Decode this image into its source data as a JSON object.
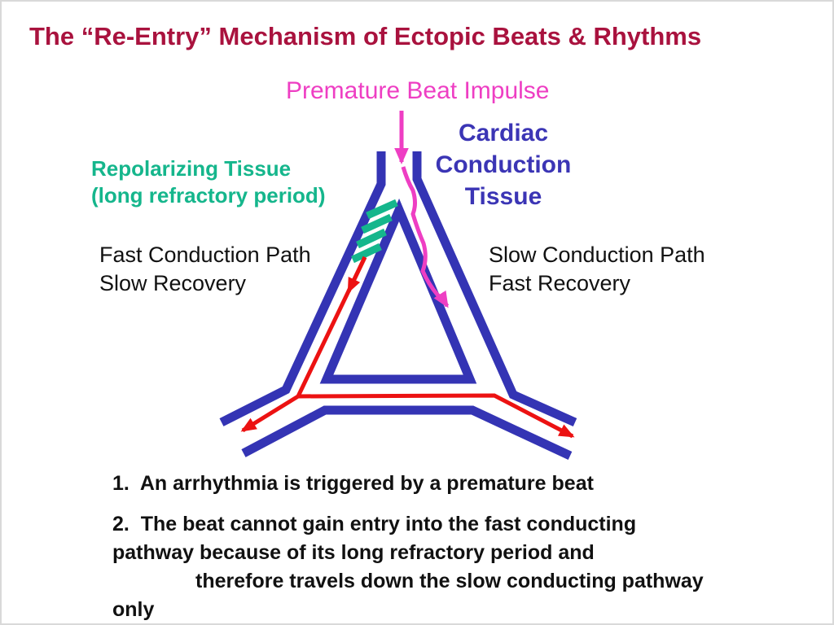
{
  "slide": {
    "title": "The “Re-Entry” Mechanism of Ectopic Beats & Rhythms"
  },
  "diagram": {
    "premature_beat_label": "Premature Beat Impulse",
    "cardiac_tissue_label": "Cardiac\nConduction\nTissue",
    "repolarizing_label": "Repolarizing Tissue\n(long refractory period)",
    "fast_path_label": "Fast Conduction Path\nSlow Recovery",
    "slow_path_label": "Slow Conduction Path\nFast Recovery",
    "icons": [
      "premature-impulse-straight-arrow",
      "premature-impulse-wavy-arrow",
      "fast-path-red-arrows",
      "refractory-hatch-marks",
      "conduction-tissue-triangle"
    ]
  },
  "notes": {
    "item1": "1.  An arrhythmia is triggered by a premature beat",
    "item2_line1": "2.  The beat cannot gain entry into the fast conducting",
    "item2_line2": "pathway because of its long refractory period and",
    "item2_line3": "therefore travels down the slow conducting pathway",
    "item2_line4": "only"
  },
  "colors": {
    "title_red": "#A9123E",
    "impulse_magenta": "#EE3EC3",
    "conduction_blue": "#3434B4",
    "repolarizing_teal": "#15B68C",
    "fast_path_red": "#EC1212",
    "text_black": "#111111"
  }
}
